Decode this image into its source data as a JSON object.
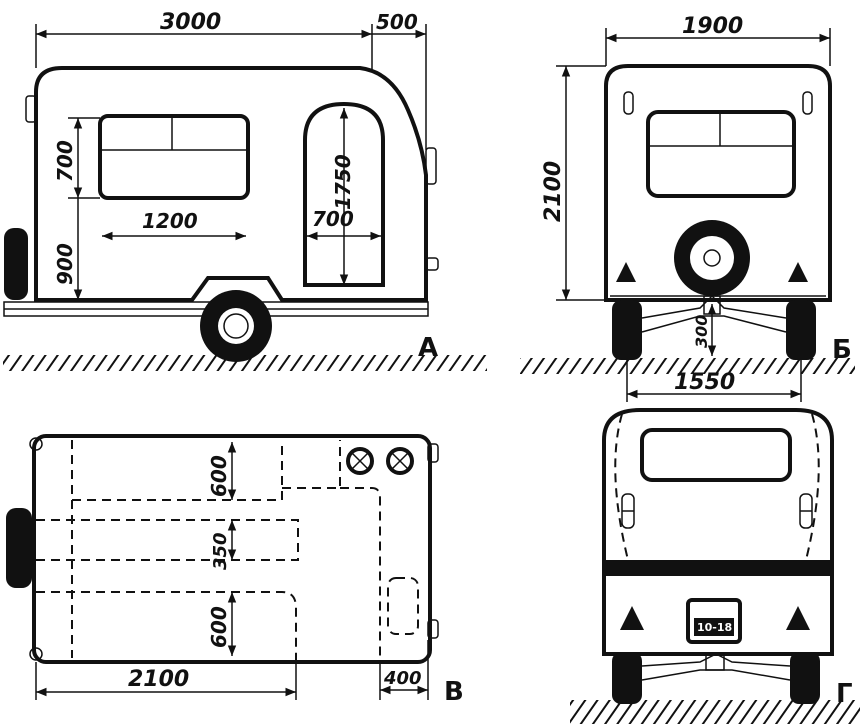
{
  "views": {
    "a": {
      "label": "А",
      "dims": {
        "length": "3000",
        "overhang": "500",
        "win_h": "700",
        "win_w": "1200",
        "win_base": "900",
        "door_h": "1750",
        "door_w": "700"
      }
    },
    "b": {
      "label": "Б",
      "dims": {
        "width": "1900",
        "height": "2100",
        "clearance": "300",
        "track": "1550"
      }
    },
    "v": {
      "label": "В",
      "dims": {
        "bed1": "600",
        "aisle": "350",
        "bed2": "600",
        "floor_len": "2100",
        "drawbar": "400"
      }
    },
    "g": {
      "label": "Г",
      "plate": "10-18"
    }
  },
  "colors": {
    "ink": "#111111",
    "paper": "#ffffff"
  }
}
